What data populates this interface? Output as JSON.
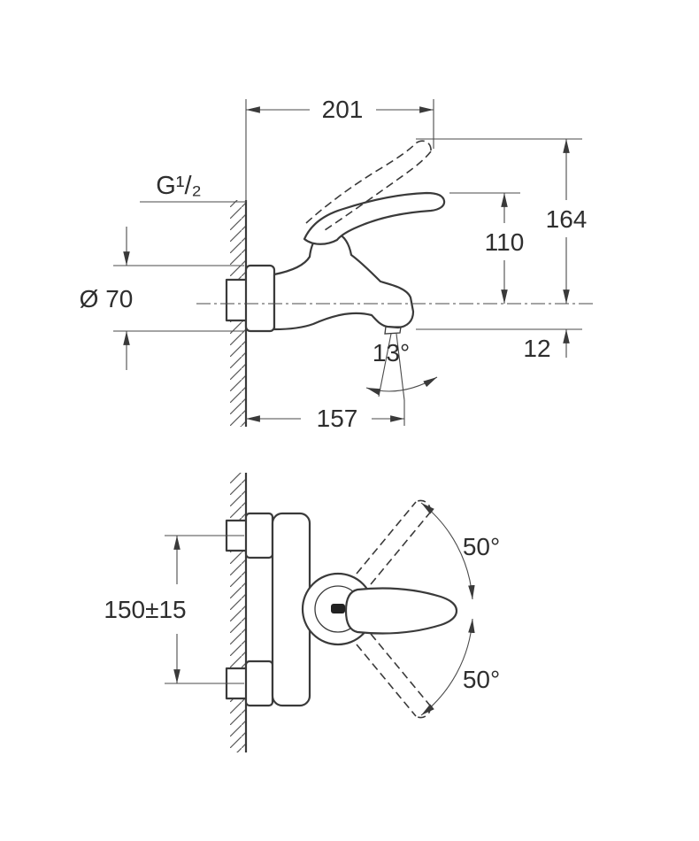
{
  "drawing": {
    "side_view": {
      "width": "201",
      "thread": "G¹/₂",
      "total_height": "164",
      "lever_height": "110",
      "outlet_offset": "12",
      "flange_diameter": "Ø 70",
      "spout_angle": "13°",
      "spout_reach": "157"
    },
    "plan_view": {
      "connection_spacing": "150±15",
      "swing_upper": "50°",
      "swing_lower": "50°"
    }
  }
}
